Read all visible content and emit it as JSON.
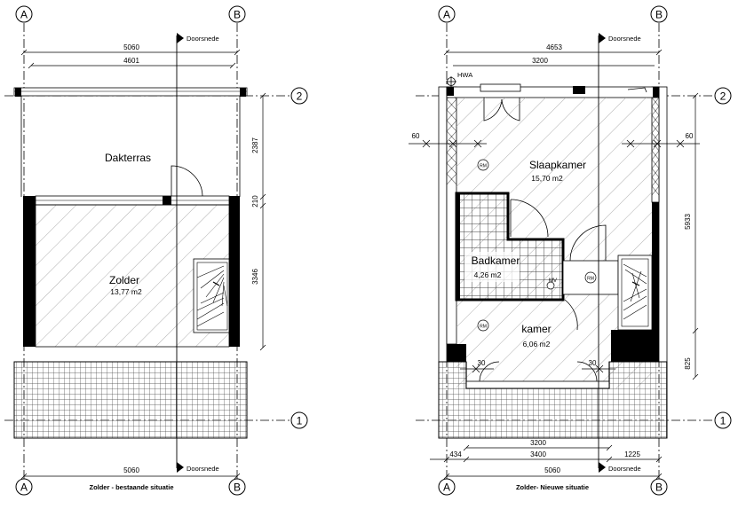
{
  "axes": {
    "a": "A",
    "b": "B",
    "row2": "2",
    "row1": "1"
  },
  "section_label": "Doorsnede",
  "left": {
    "caption": "Zolder - bestaande situatie",
    "dim_top_outer": "5060",
    "dim_top_inner": "4601",
    "dim_bottom": "5060",
    "dim_right": [
      "2387",
      "210",
      "3346"
    ],
    "terrace_label": "Dakterras",
    "room_name": "Zolder",
    "room_area": "13,77 m2"
  },
  "right": {
    "caption": "Zolder- Nieuwe situatie",
    "dim_top_outer": "4653",
    "dim_top_inner": "3200",
    "hwa_label": "HWA",
    "dim_side_left": "60",
    "dim_side_right": "60",
    "dim_right": [
      "5933",
      "825"
    ],
    "rm_label": "RM",
    "mv_label": "MV",
    "rooms": {
      "slaapkamer": {
        "name": "Slaapkamer",
        "area": "15,70 m2"
      },
      "badkamer": {
        "name": "Badkamer",
        "area": "4,26 m2"
      },
      "kamer": {
        "name": "kamer",
        "area": "6,06 m2"
      }
    },
    "dim_bottom_30_left": "30",
    "dim_bottom_30_right": "30",
    "dim_bottom_3200": "3200",
    "dim_bottom_434": "434",
    "dim_bottom_3400": "3400",
    "dim_bottom_1225": "1225",
    "dim_bottom_total": "5060"
  }
}
